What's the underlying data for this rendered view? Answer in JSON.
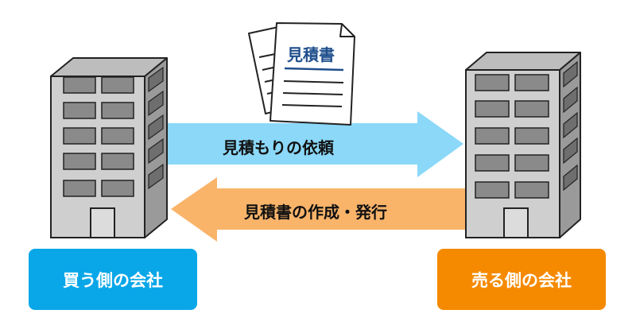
{
  "document": {
    "title": "見積書",
    "title_color": "#1f4e8c"
  },
  "arrows": {
    "request": {
      "label": "見積もりの依頼",
      "direction": "right",
      "color": "#8bd8f8"
    },
    "issue": {
      "label": "見積書の作成・発行",
      "direction": "left",
      "color": "#f9b46a"
    }
  },
  "buildings": {
    "buyer": {
      "label": "買う側の会社",
      "color": "#0aa7e8"
    },
    "seller": {
      "label": "売る側の会社",
      "color": "#f58a00"
    }
  }
}
